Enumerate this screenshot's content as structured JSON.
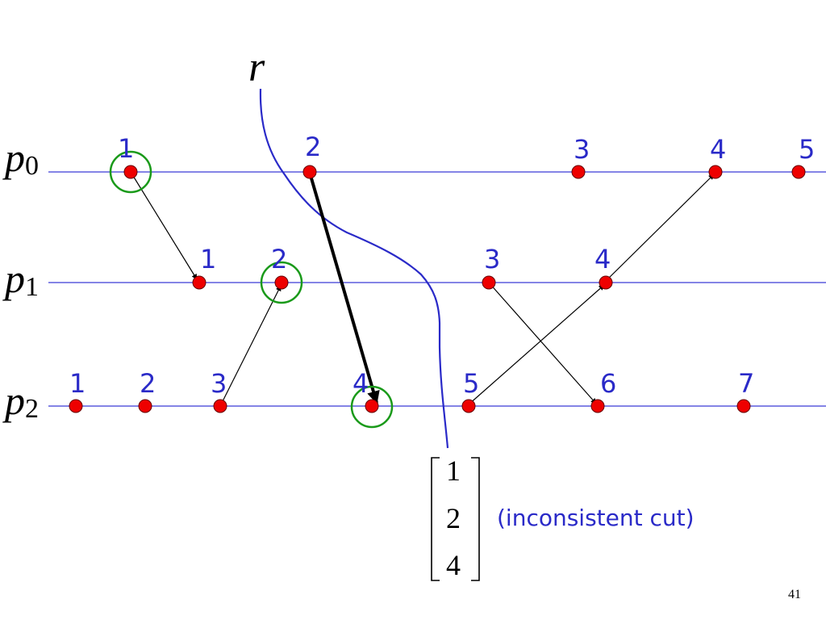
{
  "cut_label": "r",
  "processes": [
    {
      "name": "p",
      "sub": "0",
      "events": [
        "1",
        "2",
        "3",
        "4",
        "5"
      ]
    },
    {
      "name": "p",
      "sub": "1",
      "events": [
        "1",
        "2",
        "3",
        "4"
      ]
    },
    {
      "name": "p",
      "sub": "2",
      "events": [
        "1",
        "2",
        "3",
        "4",
        "5",
        "6",
        "7"
      ]
    }
  ],
  "vector": [
    "1",
    "2",
    "4"
  ],
  "note": "(inconsistent cut)",
  "page_number": "41",
  "colors": {
    "timeline": "#3a3ad8",
    "event_dot": "#ee0000",
    "cut_line": "#2a2ac8",
    "highlight": "#1a9a1a",
    "number": "#2a2ac8",
    "arrow": "#000000"
  }
}
